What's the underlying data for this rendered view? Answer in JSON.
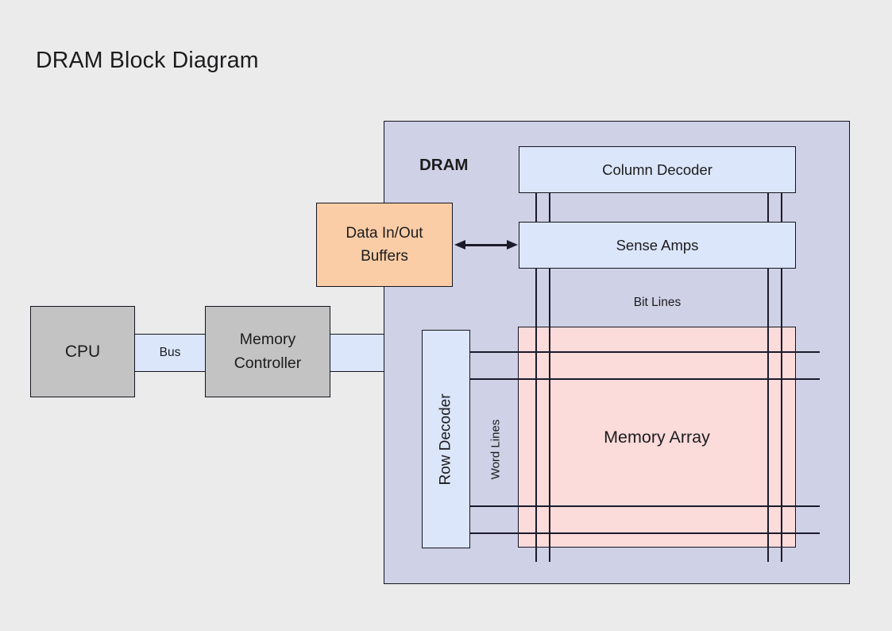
{
  "title": "DRAM Block Diagram",
  "colors": {
    "background": "#ebebeb",
    "dram_fill": "#cfd1e6",
    "blue_fill": "#dbe6fa",
    "pink_fill": "#fcdbdb",
    "orange_fill": "#fbcda6",
    "gray_fill": "#c3c3c3",
    "line": "#1b1b2b",
    "border": "#15151f",
    "text": "#1c1c1e"
  },
  "diagram": {
    "dram": {
      "label": "DRAM"
    },
    "column_decoder": {
      "label": "Column Decoder"
    },
    "sense_amps": {
      "label": "Sense Amps"
    },
    "bit_lines": {
      "label": "Bit Lines"
    },
    "memory_array": {
      "label": "Memory Array"
    },
    "row_decoder": {
      "label": "Row Decoder"
    },
    "word_lines": {
      "label": "Word Lines"
    },
    "data_buffers": {
      "label": "Data In/Out Buffers"
    },
    "cpu": {
      "label": "CPU"
    },
    "memory_controller": {
      "label": "Memory Controller"
    },
    "bus": {
      "label": "Bus"
    }
  }
}
